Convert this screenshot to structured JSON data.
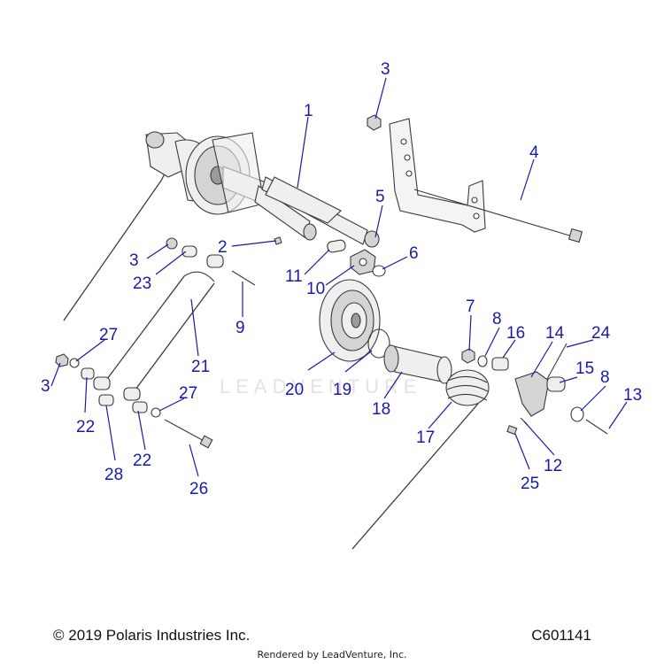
{
  "footer": {
    "copyright": "© 2019 Polaris Industries Inc.",
    "code": "C601141",
    "rendered_by": "Rendered by LeadVenture, Inc."
  },
  "watermark": "LEADVENTURE",
  "callouts": [
    "1",
    "2",
    "3",
    "3",
    "3",
    "4",
    "5",
    "6",
    "7",
    "8",
    "8",
    "9",
    "10",
    "11",
    "12",
    "13",
    "14",
    "15",
    "16",
    "17",
    "18",
    "19",
    "20",
    "21",
    "22",
    "22",
    "23",
    "24",
    "25",
    "26",
    "27",
    "27",
    "28"
  ]
}
